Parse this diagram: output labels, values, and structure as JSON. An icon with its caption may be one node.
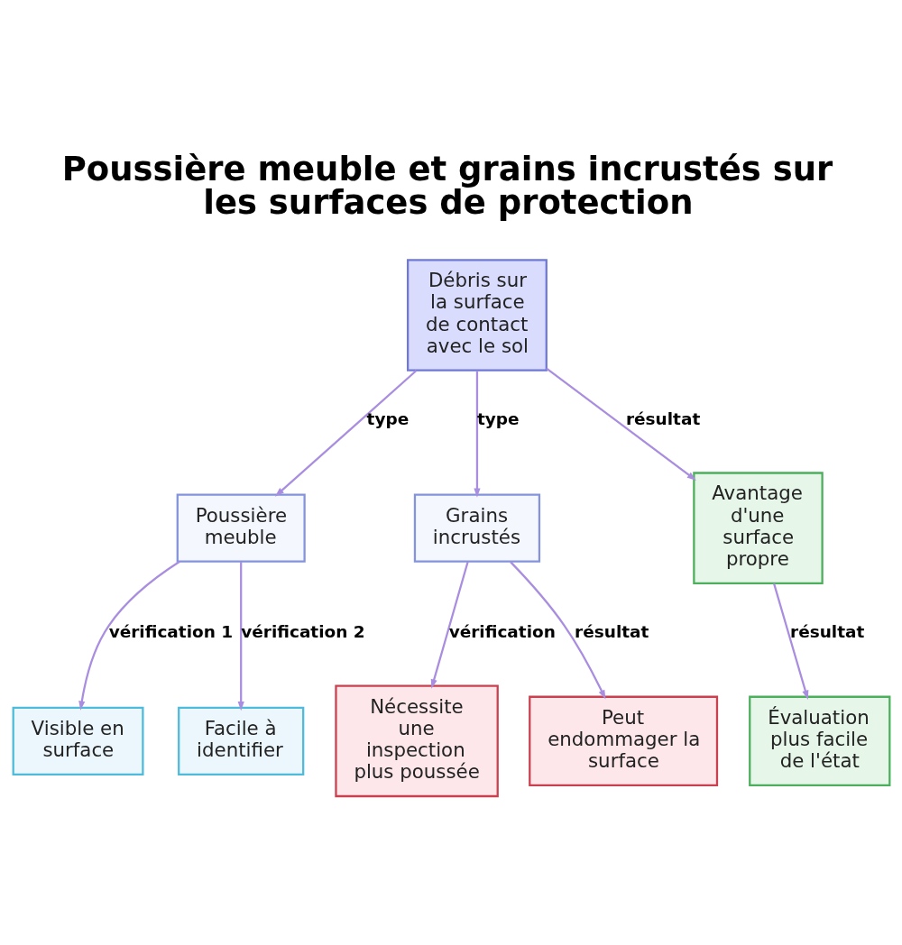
{
  "diagram": {
    "title": "Poussière meuble et grains incrustés sur les surfaces de protection",
    "nodes": [
      {
        "text": [
          "Débris sur la surface de contact avec le sol"
        ]
      },
      {
        "text": [
          "Poussière meuble"
        ]
      },
      {
        "text": [
          "Grains incrustés"
        ]
      },
      {
        "text": [
          "Avantage d'une surface propre"
        ]
      },
      {
        "text": [
          "Visible en surface"
        ]
      },
      {
        "text": [
          "Facile à identifier"
        ]
      },
      {
        "text": [
          "Nécessite une inspection plus poussée"
        ]
      },
      {
        "text": [
          "Peut endommager la surface"
        ]
      },
      {
        "text": [
          "Évaluation plus facile de l'état"
        ]
      }
    ],
    "edges": [
      {
        "from": 0,
        "to": 1,
        "arrow": "to",
        "label": "type"
      },
      {
        "from": 0,
        "to": 2,
        "arrow": "to",
        "label": "type"
      },
      {
        "from": 0,
        "to": 3,
        "arrow": "to",
        "label": "résultat"
      },
      {
        "from": 1,
        "to": 4,
        "arrow": "to",
        "label": "vérification 1"
      },
      {
        "from": 1,
        "to": 5,
        "arrow": "to",
        "label": "vérification 2"
      },
      {
        "from": 2,
        "to": 6,
        "arrow": "to",
        "label": "vérification"
      },
      {
        "from": 2,
        "to": 7,
        "arrow": "to",
        "label": "résultat"
      },
      {
        "from": 3,
        "to": 8,
        "arrow": "to",
        "label": "résultat"
      }
    ]
  }
}
